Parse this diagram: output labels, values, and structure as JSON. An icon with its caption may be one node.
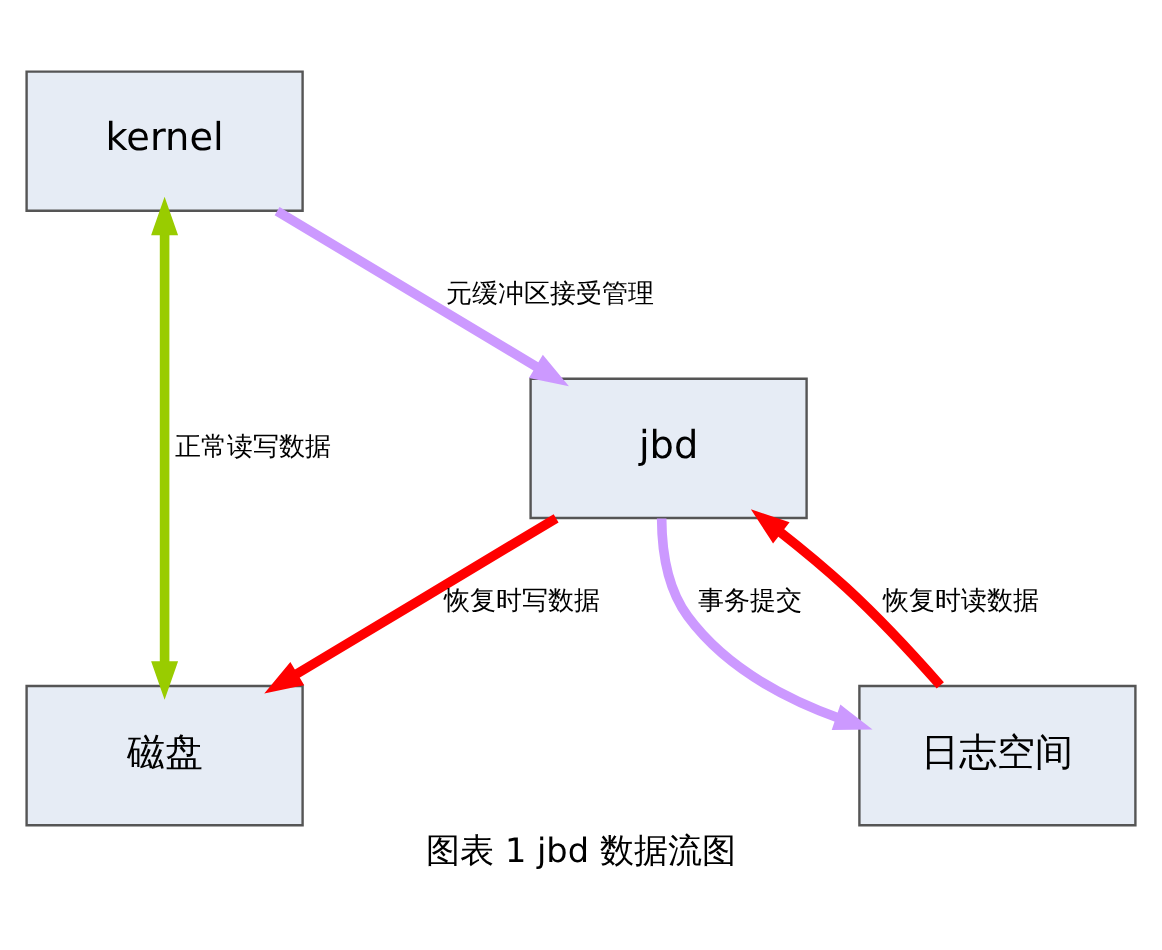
{
  "diagram": {
    "caption": "图表 1 jbd 数据流图",
    "nodes": [
      {
        "text": [
          "kernel"
        ]
      },
      {
        "text": [
          "jbd"
        ]
      },
      {
        "text": [
          "磁盘"
        ]
      },
      {
        "text": [
          "日志空间"
        ]
      }
    ],
    "edges": [
      {
        "from": 0,
        "to": 1,
        "arrow": "to",
        "label": "元缓冲区接受管理",
        "color": "#cc99ff"
      },
      {
        "from": 0,
        "to": 2,
        "arrow": "both",
        "label": "正常读写数据",
        "color": "#99cc00"
      },
      {
        "from": 1,
        "to": 2,
        "arrow": "to",
        "label": "恢复时写数据",
        "color": "#ff0000"
      },
      {
        "from": 3,
        "to": 1,
        "arrow": "to",
        "label": "恢复时读数据",
        "color": "#ff0000"
      },
      {
        "from": 1,
        "to": 3,
        "arrow": "to",
        "label": "事务提交",
        "color": "#cc99ff"
      }
    ]
  }
}
